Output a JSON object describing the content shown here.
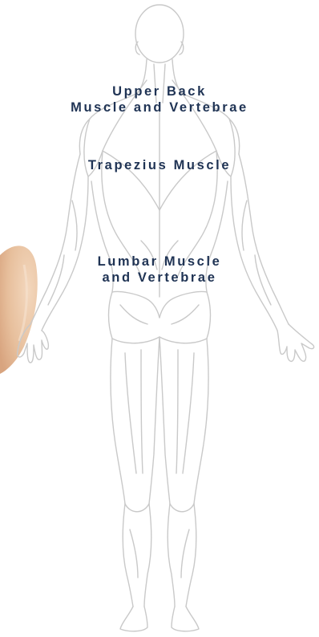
{
  "labels": {
    "upper_back": {
      "line1": "Upper Back",
      "line2": "Muscle and Vertebrae"
    },
    "trapezius": {
      "line1": "Trapezius Muscle"
    },
    "lumbar": {
      "line1": "Lumbar Muscle",
      "line2": "and Vertebrae"
    }
  },
  "colors": {
    "label_text": "#1f3354",
    "outline": "#c9c9c9",
    "finger": "#e9c6a6",
    "background": "#ffffff"
  },
  "icons": {
    "figure": "human-back-anatomy-illustration",
    "finger": "pointing-finger-icon"
  }
}
